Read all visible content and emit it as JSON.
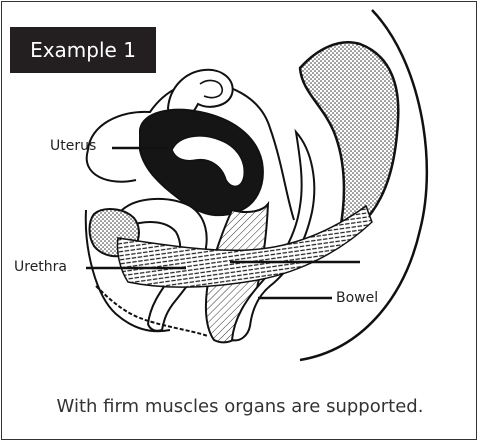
{
  "badge": {
    "label": "Example 1"
  },
  "labels": {
    "uterus": "Uterus",
    "urethra": "Urethra",
    "bowel": "Bowel"
  },
  "caption": "With firm muscles organs are supported.",
  "colors": {
    "badge_bg": "#231f20",
    "outline": "#111111",
    "frame": "#333333"
  }
}
